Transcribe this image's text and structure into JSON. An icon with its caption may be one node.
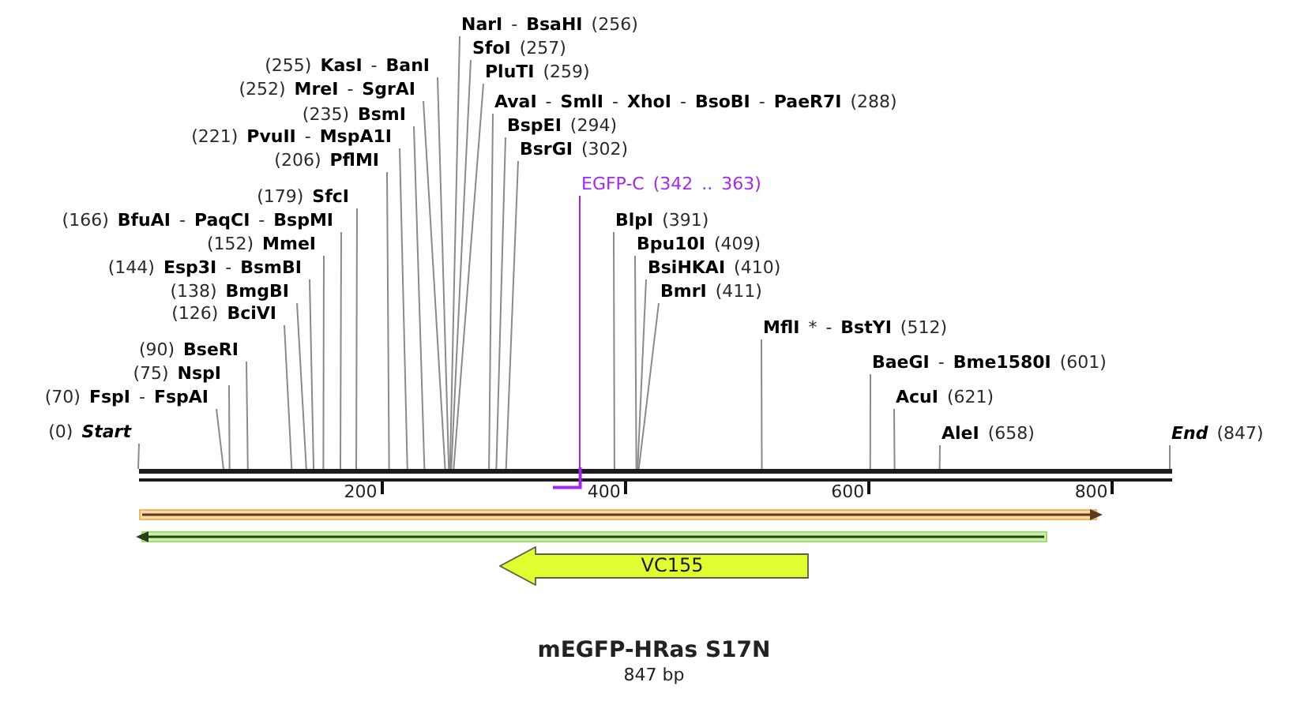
{
  "diagram": {
    "title": "mEGFP-HRas S17N",
    "nodes": [
      {
        "text": [
          "**NarI** - **BsaHI** (256)"
        ]
      },
      {
        "text": [
          "**SfoI** (257)"
        ]
      },
      {
        "text": [
          "(255) **KasI** - **BanI**"
        ]
      },
      {
        "text": [
          "**PluTI** (259)"
        ]
      },
      {
        "text": [
          "(252) **MreI** - **SgrAI**"
        ]
      },
      {
        "text": [
          "**AvaI** - **SmlI** - **XhoI** - **BsoBI** - **PaeR7I** (288)"
        ]
      },
      {
        "text": [
          "(235) **BsmI**"
        ]
      },
      {
        "text": [
          "**BspEI** (294)"
        ]
      },
      {
        "text": [
          "(221) **PvuII** - **MspA1I**"
        ]
      },
      {
        "text": [
          "**BsrGI** (302)"
        ]
      },
      {
        "text": [
          "(206) **PflMI**"
        ]
      },
      {
        "text": [
          "EGFP-C (342 .. 363)"
        ]
      },
      {
        "text": [
          "(179) **SfcI**"
        ]
      },
      {
        "text": [
          "(166) **BfuAI** - **PaqCI** - **BspMI**"
        ]
      },
      {
        "text": [
          "**BlpI** (391)"
        ]
      },
      {
        "text": [
          "(152) **MmeI**"
        ]
      },
      {
        "text": [
          "**Bpu10I** (409)"
        ]
      },
      {
        "text": [
          "(144) **Esp3I** - **BsmBI**"
        ]
      },
      {
        "text": [
          "**BsiHKAI** (410)"
        ]
      },
      {
        "text": [
          "(138) **BmgBI**"
        ]
      },
      {
        "text": [
          "**BmrI** (411)"
        ]
      },
      {
        "text": [
          "(126) **BciVI**"
        ]
      },
      {
        "text": [
          "**MflI** * - **BstYI** (512)"
        ]
      },
      {
        "text": [
          "(90) **BseRI**"
        ]
      },
      {
        "text": [
          "**BaeGI** - **Bme1580I** (601)"
        ]
      },
      {
        "text": [
          "(75) **NspI**"
        ]
      },
      {
        "text": [
          "(70) **FspI** - **FspAI**"
        ]
      },
      {
        "text": [
          "**AcuI** (621)"
        ]
      },
      {
        "text": [
          "(0) **Start**"
        ]
      },
      {
        "text": [
          "**AleI** (658)"
        ]
      },
      {
        "text": [
          "**End** (847)"
        ]
      },
      {
        "text": [],
        "shape": "bar"
      },
      {
        "text": [],
        "shape": "bar"
      },
      {
        "text": [],
        "shape": "arrow"
      },
      {
        "text": [],
        "shape": "arrow"
      },
      {
        "text": [
          "VC155"
        ]
      }
    ],
    "edges": [
      {
        "from": 0,
        "to": 31,
        "arrow": "none"
      },
      {
        "from": 1,
        "to": 31,
        "arrow": "none"
      },
      {
        "from": 2,
        "to": 31,
        "arrow": "none"
      },
      {
        "from": 3,
        "to": 31,
        "arrow": "none"
      },
      {
        "from": 4,
        "to": 31,
        "arrow": "none"
      },
      {
        "from": 5,
        "to": 31,
        "arrow": "none"
      },
      {
        "from": 6,
        "to": 31,
        "arrow": "none"
      },
      {
        "from": 7,
        "to": 31,
        "arrow": "none"
      },
      {
        "from": 8,
        "to": 31,
        "arrow": "none"
      },
      {
        "from": 9,
        "to": 31,
        "arrow": "none"
      },
      {
        "from": 10,
        "to": 31,
        "arrow": "none"
      },
      {
        "from": 11,
        "to": 32,
        "arrow": "none",
        "color": "#a526f2"
      },
      {
        "from": 12,
        "to": 31,
        "arrow": "none"
      },
      {
        "from": 13,
        "to": 31,
        "arrow": "none"
      },
      {
        "from": 14,
        "to": 31,
        "arrow": "none"
      },
      {
        "from": 15,
        "to": 31,
        "arrow": "none"
      },
      {
        "from": 16,
        "to": 31,
        "arrow": "none"
      },
      {
        "from": 17,
        "to": 31,
        "arrow": "none"
      },
      {
        "from": 18,
        "to": 31,
        "arrow": "none"
      },
      {
        "from": 19,
        "to": 31,
        "arrow": "none"
      },
      {
        "from": 20,
        "to": 31,
        "arrow": "none"
      },
      {
        "from": 21,
        "to": 31,
        "arrow": "none"
      },
      {
        "from": 22,
        "to": 31,
        "arrow": "none"
      },
      {
        "from": 23,
        "to": 31,
        "arrow": "none"
      },
      {
        "from": 24,
        "to": 31,
        "arrow": "none"
      },
      {
        "from": 25,
        "to": 31,
        "arrow": "none"
      },
      {
        "from": 26,
        "to": 31,
        "arrow": "none"
      },
      {
        "from": 27,
        "to": 31,
        "arrow": "none"
      },
      {
        "from": 28,
        "to": 31,
        "arrow": "none"
      },
      {
        "from": 29,
        "to": 31,
        "arrow": "none"
      },
      {
        "from": 30,
        "to": 31,
        "arrow": "none"
      }
    ],
    "labels": [
      "200",
      "400",
      "600",
      "800",
      "847 bp"
    ]
  }
}
